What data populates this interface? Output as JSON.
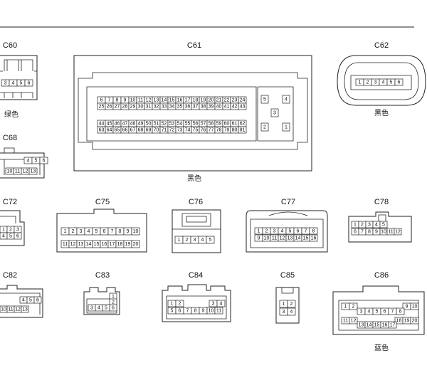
{
  "connectors": [
    {
      "id": "c60",
      "label": "C60",
      "color": "绿色",
      "pins": [
        "3",
        "4",
        "5",
        "6"
      ]
    },
    {
      "id": "c61",
      "label": "C61",
      "color": "黑色",
      "pins_left_top": [
        "6",
        "7",
        "8",
        "9",
        "10",
        "11",
        "12",
        "13",
        "14",
        "15",
        "16",
        "17",
        "18",
        "19",
        "20",
        "21",
        "22",
        "23",
        "24"
      ],
      "pins_left_row2": [
        "25",
        "26",
        "27",
        "28",
        "29",
        "30",
        "31",
        "32",
        "33",
        "34",
        "35",
        "36",
        "37",
        "38",
        "39",
        "40",
        "41",
        "42",
        "43"
      ],
      "pins_left_row3": [
        "44",
        "45",
        "46",
        "47",
        "48",
        "49",
        "50",
        "51",
        "52",
        "53",
        "54",
        "55",
        "56",
        "57",
        "58",
        "59",
        "60",
        "61",
        "62"
      ],
      "pins_left_bottom": [
        "63",
        "64",
        "65",
        "66",
        "67",
        "68",
        "69",
        "70",
        "71",
        "72",
        "73",
        "74",
        "75",
        "76",
        "77",
        "78",
        "79",
        "80",
        "81"
      ],
      "pins_right": [
        "5",
        "4",
        "3",
        "2",
        "1"
      ]
    },
    {
      "id": "c62",
      "label": "C62",
      "color": "黑色",
      "pins": [
        "1",
        "2",
        "3",
        "4",
        "5",
        "6"
      ]
    },
    {
      "id": "c68",
      "label": "C68",
      "pins": [
        "4",
        "5",
        "6",
        "10",
        "11",
        "12",
        "13"
      ]
    },
    {
      "id": "c72",
      "label": "C72",
      "pins": [
        "1",
        "2",
        "3",
        "4",
        "5",
        "6"
      ]
    },
    {
      "id": "c75",
      "label": "C75",
      "pins_top": [
        "1",
        "2",
        "3",
        "4",
        "5",
        "6",
        "7",
        "8",
        "9",
        "10"
      ],
      "pins_bottom": [
        "11",
        "12",
        "13",
        "14",
        "15",
        "16",
        "17",
        "18",
        "19",
        "20"
      ]
    },
    {
      "id": "c76",
      "label": "C76",
      "pins": [
        "1",
        "2",
        "3",
        "4",
        "5"
      ]
    },
    {
      "id": "c77",
      "label": "C77",
      "pins_top": [
        "1",
        "2",
        "3",
        "4",
        "5",
        "6",
        "7",
        "8"
      ],
      "pins_bottom": [
        "9",
        "10",
        "11",
        "12",
        "13",
        "14",
        "15",
        "16"
      ]
    },
    {
      "id": "c78",
      "label": "C78",
      "pins_top": [
        "1",
        "2",
        "3",
        "4",
        "5"
      ],
      "pins_bottom": [
        "6",
        "7",
        "8",
        "9",
        "10",
        "11",
        "12"
      ]
    },
    {
      "id": "c82",
      "label": "C82",
      "pins": [
        "4",
        "5",
        "6",
        "10",
        "11",
        "12",
        "13"
      ]
    },
    {
      "id": "c83",
      "label": "C83",
      "pins": [
        "1",
        "2",
        "3",
        "4",
        "5",
        "6"
      ]
    },
    {
      "id": "c84",
      "label": "C84",
      "pins_top": [
        "1",
        "2",
        "3",
        "4"
      ],
      "pins_bottom": [
        "5",
        "6",
        "7",
        "8",
        "9",
        "10",
        "11"
      ]
    },
    {
      "id": "c85",
      "label": "C85",
      "pins": [
        "1",
        "2",
        "3",
        "4"
      ]
    },
    {
      "id": "c86",
      "label": "C86",
      "color": "蓝色",
      "pins_row1": [
        "1",
        "2",
        "9",
        "10"
      ],
      "pins_row2": [
        "3",
        "4",
        "5",
        "6",
        "7",
        "8"
      ],
      "pins_row3": [
        "11",
        "12",
        "18",
        "19",
        "20"
      ],
      "pins_row4": [
        "13",
        "14",
        "15",
        "16",
        "17"
      ]
    }
  ]
}
